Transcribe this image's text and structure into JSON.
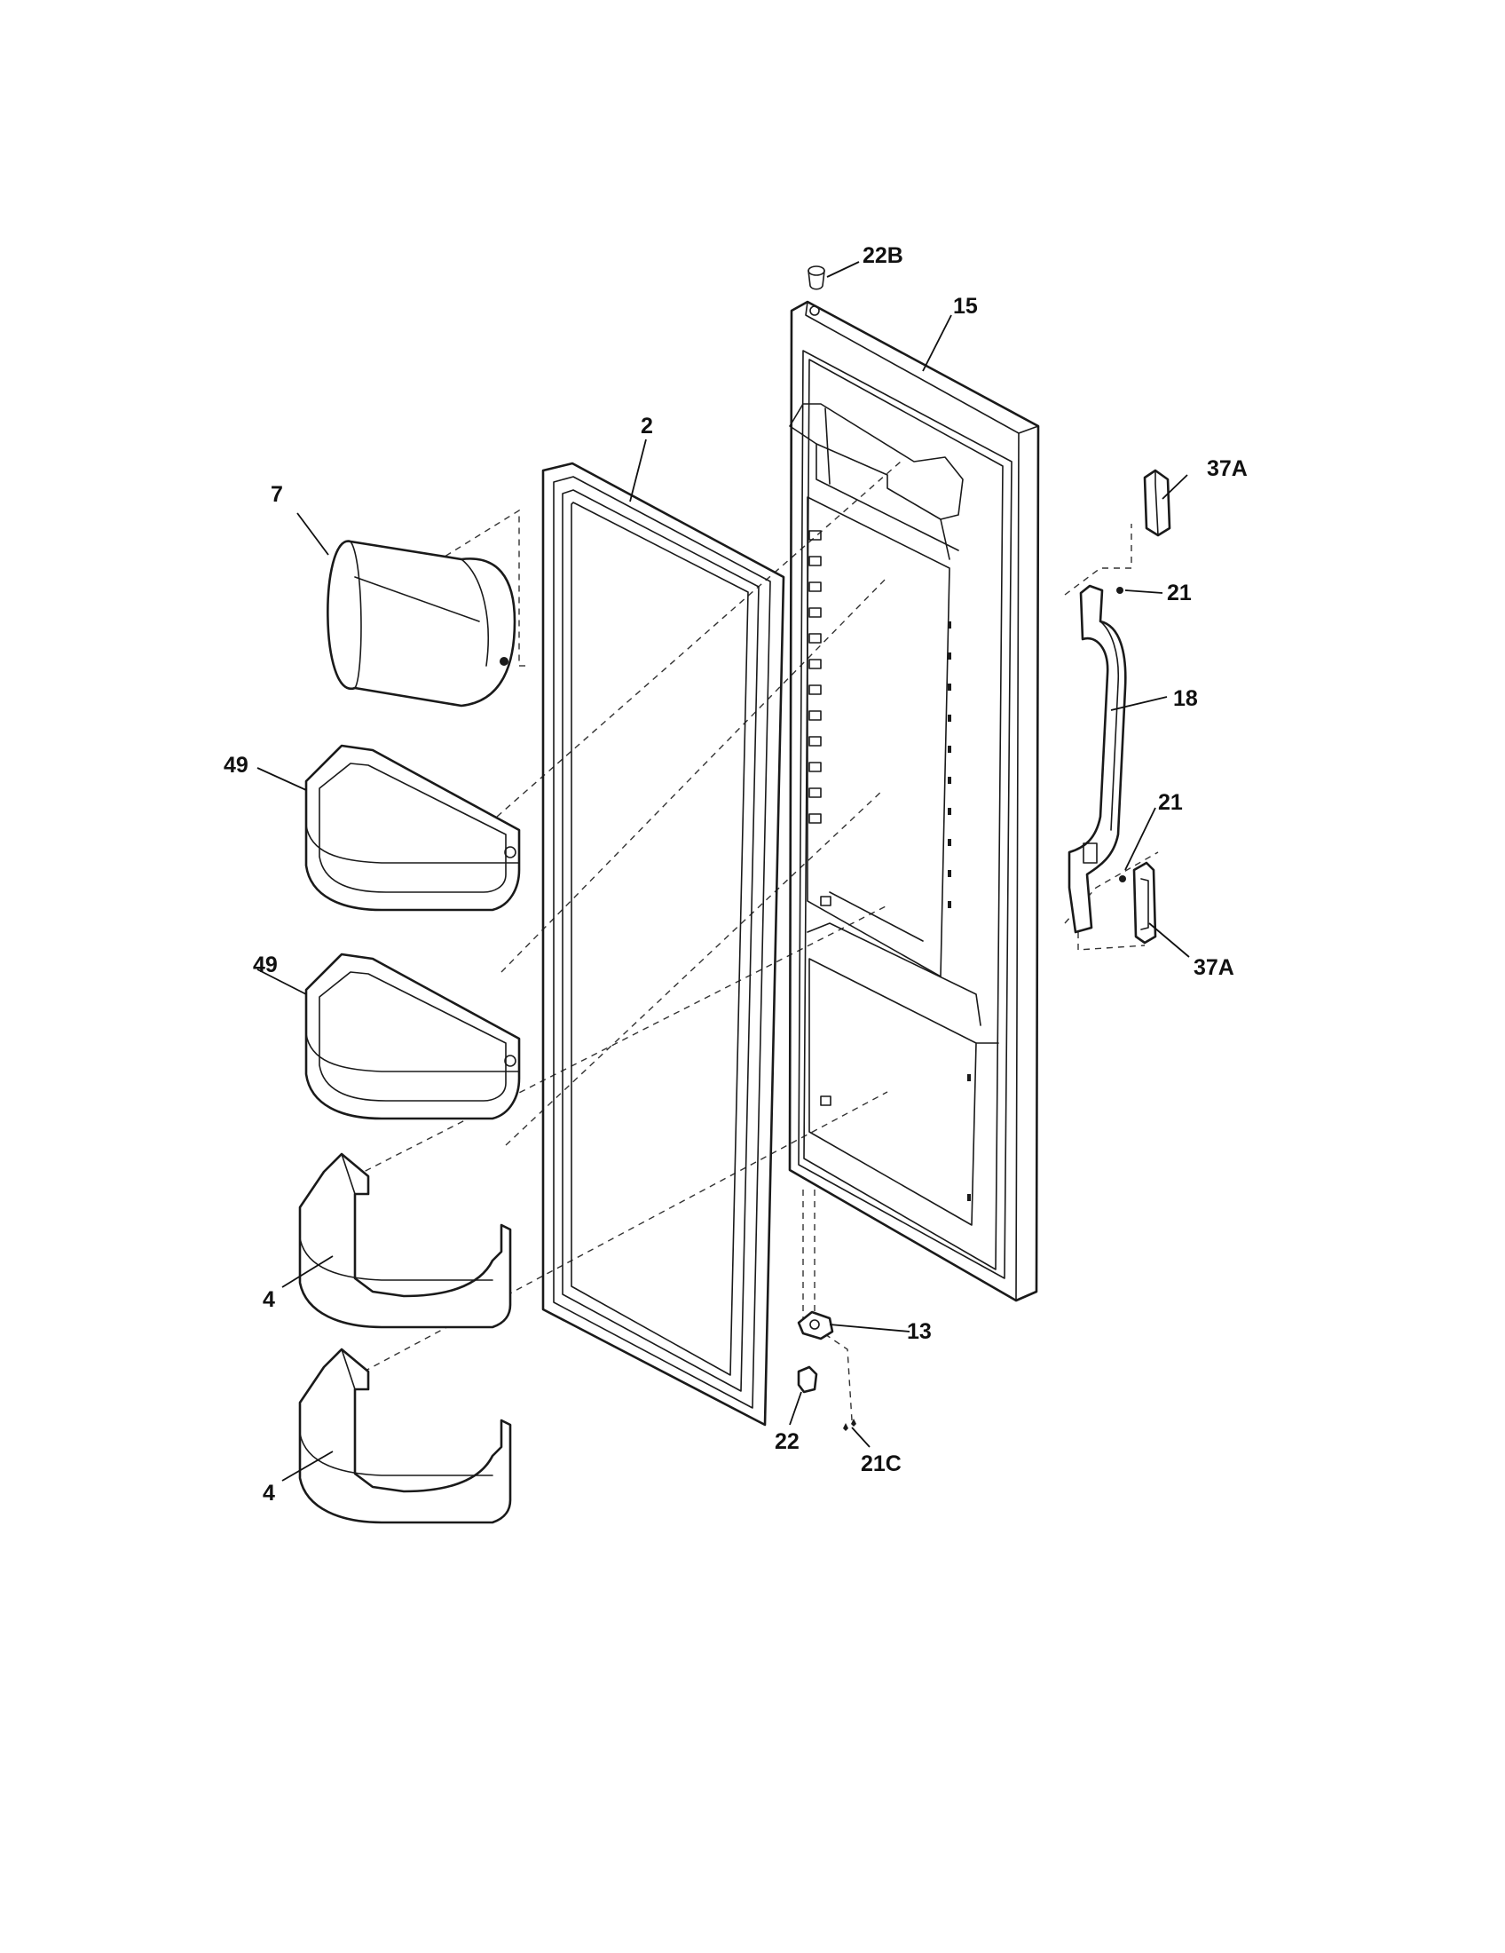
{
  "callouts": [
    {
      "id": "c22b",
      "text": "22B"
    },
    {
      "id": "c15",
      "text": "15"
    },
    {
      "id": "c2",
      "text": "2"
    },
    {
      "id": "c7",
      "text": "7"
    },
    {
      "id": "c37a_top",
      "text": "37A"
    },
    {
      "id": "c21_top",
      "text": "21"
    },
    {
      "id": "c18",
      "text": "18"
    },
    {
      "id": "c49_top",
      "text": "49"
    },
    {
      "id": "c21_bottom",
      "text": "21"
    },
    {
      "id": "c37a_bottom",
      "text": "37A"
    },
    {
      "id": "c49_bottom",
      "text": "49"
    },
    {
      "id": "c4_top",
      "text": "4"
    },
    {
      "id": "c13",
      "text": "13"
    },
    {
      "id": "c22",
      "text": "22"
    },
    {
      "id": "c21c",
      "text": "21C"
    },
    {
      "id": "c4_bottom",
      "text": "4"
    }
  ]
}
